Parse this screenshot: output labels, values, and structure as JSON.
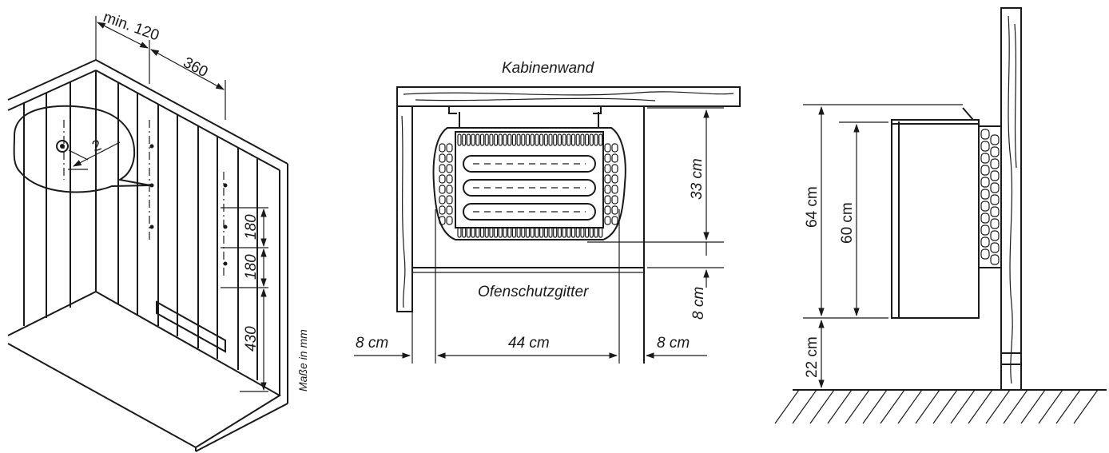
{
  "left_panel": {
    "dim_min120": "min. 120",
    "dim_360": "360",
    "dim_2": "2",
    "dim_180_top": "180",
    "dim_180_bottom": "180",
    "dim_430": "430",
    "units_note": "Maße in mm"
  },
  "middle_panel": {
    "wall_label": "Kabinenwand",
    "guard_label": "Ofenschutzgitter",
    "dim_33": "33 cm",
    "dim_8_vertical": "8 cm",
    "dim_8_left": "8 cm",
    "dim_44": "44 cm",
    "dim_8_right": "8 cm"
  },
  "right_panel": {
    "dim_64": "64 cm",
    "dim_60": "60 cm",
    "dim_22": "22 cm"
  }
}
